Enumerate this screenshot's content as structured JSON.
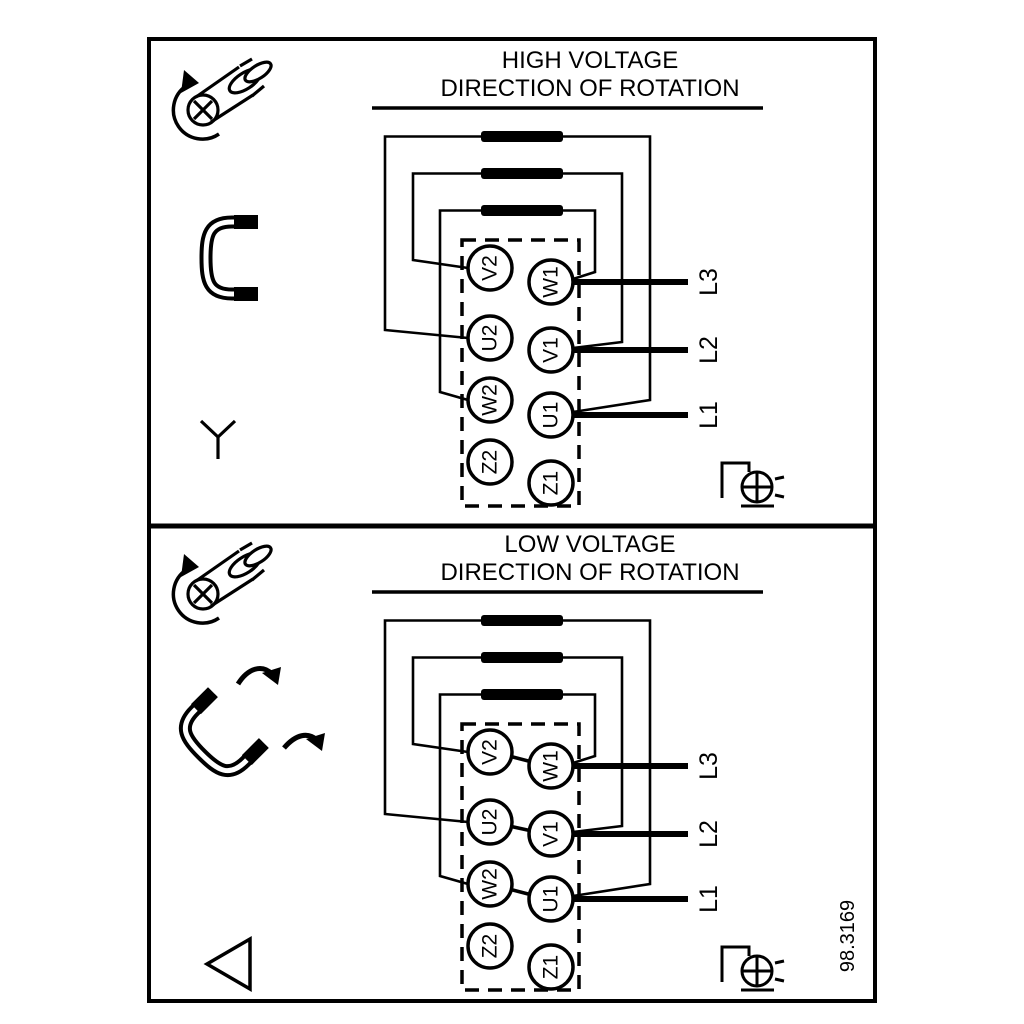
{
  "drawing_number": "98.3169",
  "colors": {
    "ink": "#000000",
    "paper": "#ffffff"
  },
  "panels": [
    {
      "id": "high-voltage",
      "title": "HIGH VOLTAGE",
      "subtitle": "DIRECTION OF ROTATION",
      "connection": "star",
      "terminals": {
        "left": [
          "V2",
          "U2",
          "W2",
          "Z2"
        ],
        "right": [
          "W1",
          "V1",
          "U1",
          "Z1"
        ]
      },
      "supply_lines": [
        "L3",
        "L2",
        "L1"
      ]
    },
    {
      "id": "low-voltage",
      "title": "LOW VOLTAGE",
      "subtitle": "DIRECTION OF ROTATION",
      "connection": "delta",
      "terminals": {
        "left": [
          "V2",
          "U2",
          "W2",
          "Z2"
        ],
        "right": [
          "W1",
          "V1",
          "U1",
          "Z1"
        ]
      },
      "supply_lines": [
        "L3",
        "L2",
        "L1"
      ]
    }
  ]
}
